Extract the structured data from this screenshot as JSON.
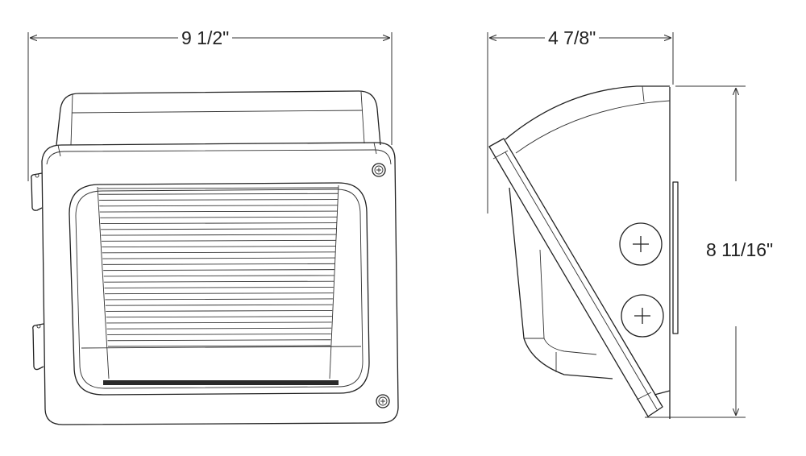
{
  "dimensions": {
    "width": "9 1/2\"",
    "depth": "4 7/8\"",
    "height": "8 11/16\""
  },
  "front_view": {
    "louver_count": 28
  },
  "colors": {
    "line": "#222222",
    "led_strip": "#2a2a2a"
  }
}
